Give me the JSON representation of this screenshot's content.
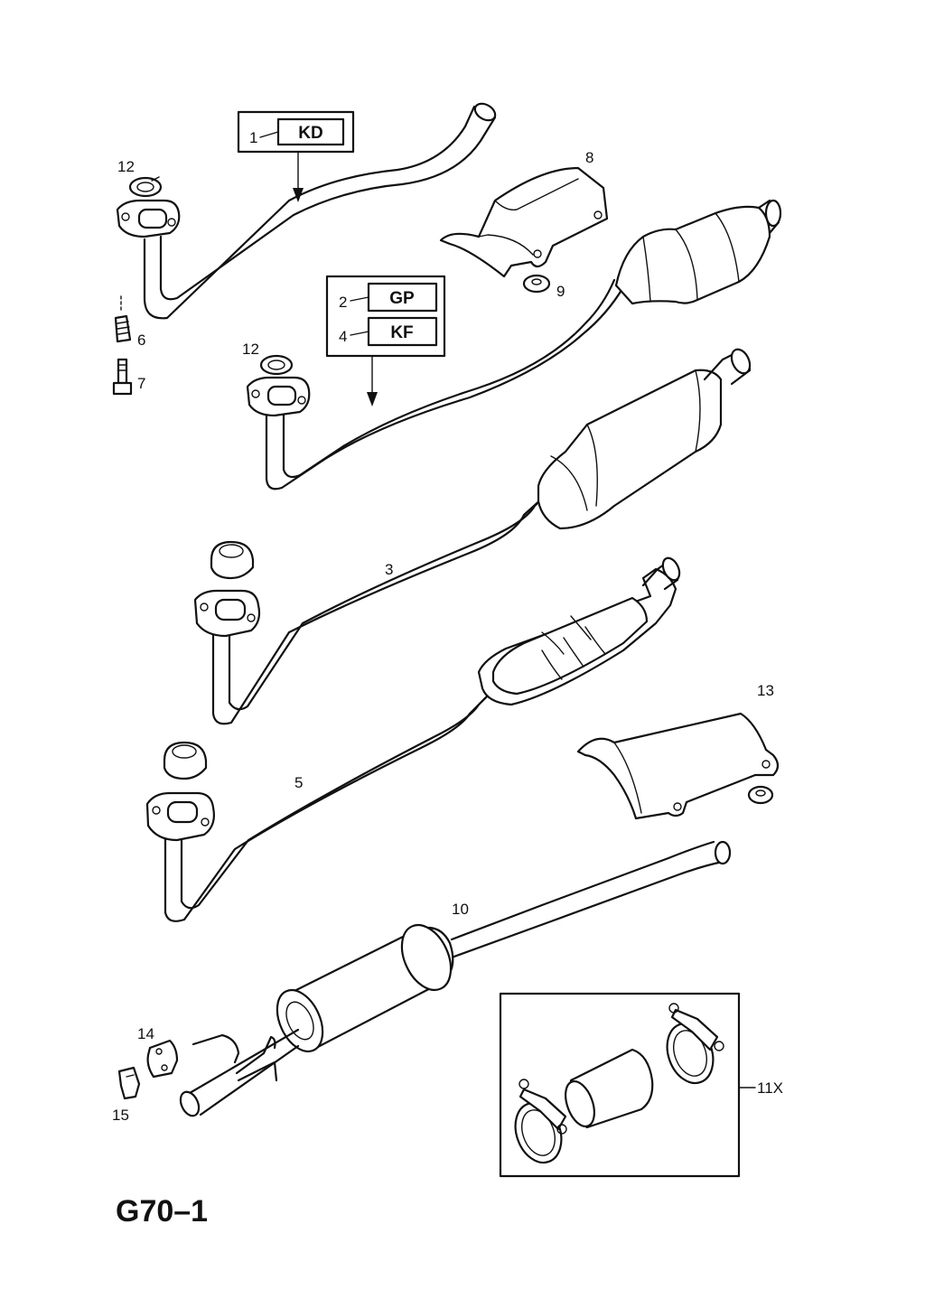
{
  "sheet_id": "G70–1",
  "callouts": {
    "kd_code": "KD",
    "gp_code": "GP",
    "kf_code": "KF"
  },
  "labels": {
    "p1": "1",
    "p2": "2",
    "p3": "3",
    "p4": "4",
    "p5": "5",
    "p6": "6",
    "p7": "7",
    "p8": "8",
    "p9": "9",
    "p10": "10",
    "p11": "11X",
    "p12a": "12",
    "p12b": "12",
    "p13": "13",
    "p14": "14",
    "p15": "15"
  }
}
